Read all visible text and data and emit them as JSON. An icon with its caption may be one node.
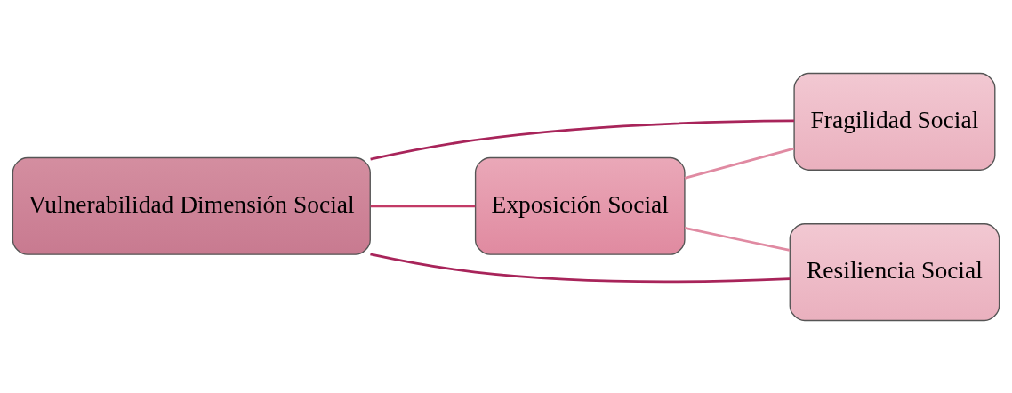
{
  "diagram": {
    "nodes": [
      {
        "text": [
          "Vulnerabilidad Dimensión Social"
        ]
      },
      {
        "text": [
          "Exposición Social"
        ]
      },
      {
        "text": [
          "Fragilidad Social"
        ]
      },
      {
        "text": [
          "Resiliencia Social"
        ]
      }
    ],
    "edges": [
      {
        "from": 0,
        "to": 1,
        "arrow": "none",
        "color": "#c23a66"
      },
      {
        "from": 1,
        "to": 2,
        "arrow": "none",
        "color": "#e08aa2"
      },
      {
        "from": 1,
        "to": 3,
        "arrow": "none",
        "color": "#e08aa2"
      },
      {
        "from": 0,
        "to": 2,
        "arrow": "none",
        "color": "#a8245a"
      },
      {
        "from": 0,
        "to": 3,
        "arrow": "none",
        "color": "#a8245a"
      }
    ]
  }
}
